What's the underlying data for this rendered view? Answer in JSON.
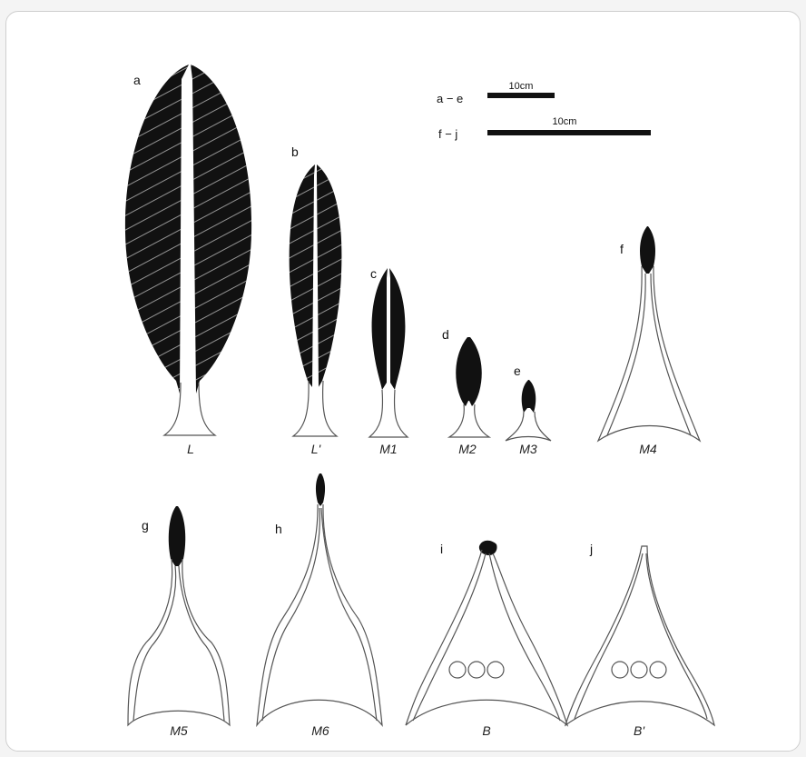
{
  "scale_bars": [
    {
      "range": "a − e",
      "length": "10cm"
    },
    {
      "range": "f − j",
      "length": "10cm"
    }
  ],
  "leaves": [
    {
      "letter": "a",
      "caption": "L"
    },
    {
      "letter": "b",
      "caption": "L'"
    },
    {
      "letter": "c",
      "caption": "M1"
    },
    {
      "letter": "d",
      "caption": "M2"
    },
    {
      "letter": "e",
      "caption": "M3"
    },
    {
      "letter": "f",
      "caption": "M4"
    },
    {
      "letter": "g",
      "caption": "M5"
    },
    {
      "letter": "h",
      "caption": "M6"
    },
    {
      "letter": "i",
      "caption": "B"
    },
    {
      "letter": "j",
      "caption": "B'"
    }
  ],
  "colors": {
    "blade": "#111111",
    "outline": "#555555",
    "background": "#ffffff"
  }
}
